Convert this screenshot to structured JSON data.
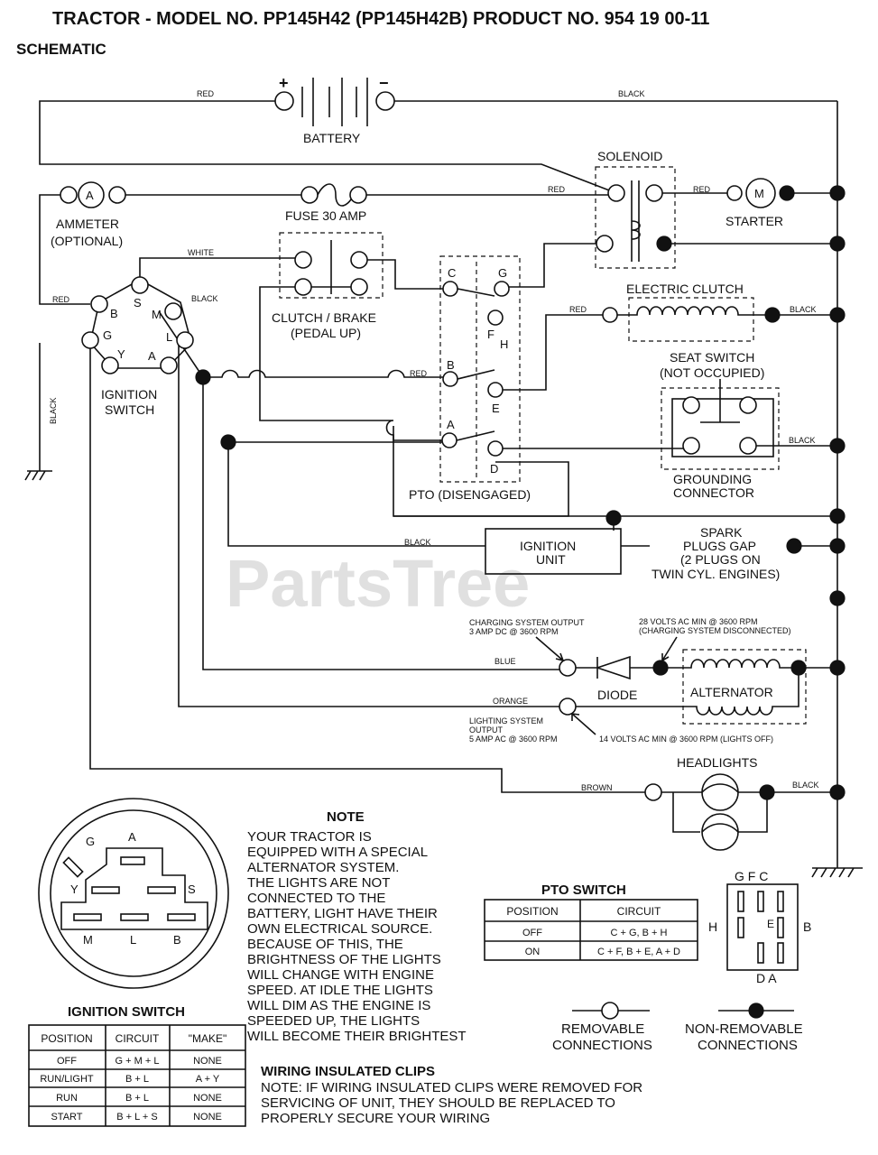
{
  "header": {
    "title": "TRACTOR - MODEL NO. PP145H42 (PP145H42B) PRODUCT NO. 954 19 00-11",
    "subtitle": "SCHEMATIC"
  },
  "watermark": "PartsTree",
  "components": {
    "battery": "BATTERY",
    "battery_plus": "+",
    "battery_minus": "−",
    "ammeter": "AMMETER",
    "ammeter_optional": "(OPTIONAL)",
    "ammeter_symbol": "A",
    "fuse": "FUSE 30 AMP",
    "solenoid": "SOLENOID",
    "starter": "STARTER",
    "starter_symbol": "M",
    "clutch_brake": "CLUTCH / BRAKE",
    "clutch_brake_state": "(PEDAL UP)",
    "electric_clutch": "ELECTRIC CLUTCH",
    "seat_switch": "SEAT SWITCH",
    "seat_switch_state": "(NOT OCCUPIED)",
    "grounding_connector_1": "GROUNDING",
    "grounding_connector_2": "CONNECTOR",
    "ignition_switch_1": "IGNITION",
    "ignition_switch_2": "SWITCH",
    "pto": "PTO (DISENGAGED)",
    "ignition_unit_1": "IGNITION",
    "ignition_unit_2": "UNIT",
    "spark_1": "SPARK",
    "spark_2": "PLUGS GAP",
    "spark_3": "(2 PLUGS ON",
    "spark_4": "TWIN CYL. ENGINES)",
    "diode": "DIODE",
    "alternator": "ALTERNATOR",
    "headlights": "HEADLIGHTS",
    "charging_output_1": "CHARGING SYSTEM OUTPUT",
    "charging_output_2": "3 AMP DC @ 3600 RPM",
    "volts_28_1": "28 VOLTS AC MIN  @ 3600 RPM",
    "volts_28_2": "(CHARGING SYSTEM DISCONNECTED)",
    "lighting_output_1": "LIGHTING SYSTEM",
    "lighting_output_2": "OUTPUT",
    "lighting_output_3": "5 AMP AC @ 3600 RPM",
    "volts_14": "14 VOLTS AC MIN  @ 3600 RPM (LIGHTS OFF)"
  },
  "terminals": {
    "ign_s": "S",
    "ign_b": "B",
    "ign_m": "M",
    "ign_g": "G",
    "ign_l": "L",
    "ign_y": "Y",
    "ign_a": "A",
    "pto_c": "C",
    "pto_g": "G",
    "pto_f": "F",
    "pto_h": "H",
    "pto_b": "B",
    "pto_e": "E",
    "pto_a": "A",
    "pto_d": "D"
  },
  "wire_colors": {
    "red": "RED",
    "black": "BLACK",
    "white": "WHITE",
    "blue": "BLUE",
    "orange": "ORANGE",
    "brown": "BROWN"
  },
  "note": {
    "title": "NOTE",
    "lines": [
      "YOUR TRACTOR IS",
      "EQUIPPED WITH A SPECIAL",
      "ALTERNATOR SYSTEM.",
      "THE LIGHTS ARE NOT",
      "CONNECTED TO THE",
      "BATTERY, LIGHT HAVE THEIR",
      "OWN ELECTRICAL SOURCE.",
      "BECAUSE OF THIS, THE",
      "BRIGHTNESS OF THE LIGHTS",
      "WILL CHANGE WITH ENGINE",
      "SPEED.  AT IDLE THE LIGHTS",
      "WILL DIM   AS THE ENGINE IS",
      "SPEEDED UP, THE LIGHTS",
      "WILL BECOME THEIR BRIGHTEST"
    ]
  },
  "ignition_face": {
    "labels": [
      "G",
      "A",
      "Y",
      "S",
      "M",
      "L",
      "B"
    ],
    "title": "IGNITION SWITCH"
  },
  "ignition_table": {
    "headers": [
      "POSITION",
      "CIRCUIT",
      "\"MAKE\""
    ],
    "rows": [
      [
        "OFF",
        "G + M + L",
        "NONE"
      ],
      [
        "RUN/LIGHT",
        "B + L",
        "A + Y"
      ],
      [
        "RUN",
        "B + L",
        "NONE"
      ],
      [
        "START",
        "B + L + S",
        "NONE"
      ]
    ]
  },
  "pto_table": {
    "title": "PTO SWITCH",
    "headers": [
      "POSITION",
      "CIRCUIT"
    ],
    "rows": [
      [
        "OFF",
        "C + G, B + H"
      ],
      [
        "ON",
        "C + F, B + E, A + D"
      ]
    ]
  },
  "pto_face": {
    "top": "G  F  C",
    "left": "H",
    "right": "B",
    "center": "E",
    "bottom": "D  A"
  },
  "legend": {
    "removable_1": "REMOVABLE",
    "removable_2": "CONNECTIONS",
    "nonremovable_1": "NON-REMOVABLE",
    "nonremovable_2": "CONNECTIONS"
  },
  "clips": {
    "title": "WIRING INSULATED CLIPS",
    "line1": "NOTE: IF WIRING INSULATED CLIPS WERE REMOVED FOR",
    "line2": "SERVICING OF UNIT, THEY SHOULD BE REPLACED TO",
    "line3": "PROPERLY SECURE YOUR WIRING"
  }
}
